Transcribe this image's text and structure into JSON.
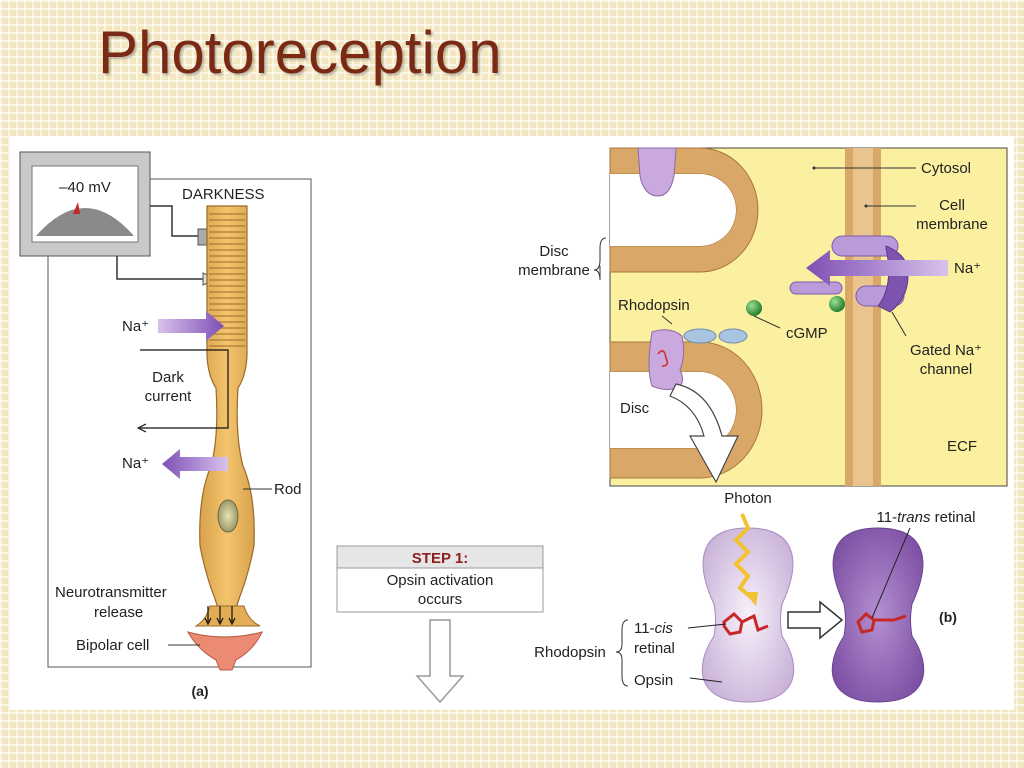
{
  "slide": {
    "title": "Photoreception"
  },
  "panel_a": {
    "meter_reading": "–40 mV",
    "darkness": "DARKNESS",
    "na_in": "Na⁺",
    "na_out": "Na⁺",
    "dark_current_1": "Dark",
    "dark_current_2": "current",
    "rod": "Rod",
    "neuro_1": "Neurotransmitter",
    "neuro_2": "release",
    "bipolar": "Bipolar cell",
    "caption": "(a)"
  },
  "panel_b_top": {
    "cytosol": "Cytosol",
    "cell_membrane_1": "Cell",
    "cell_membrane_2": "membrane",
    "disc_membrane_1": "Disc",
    "disc_membrane_2": "membrane",
    "na": "Na⁺",
    "rhodopsin": "Rhodopsin",
    "cgmp": "cGMP",
    "gated_1": "Gated Na⁺",
    "gated_2": "channel",
    "disc": "Disc",
    "ecf": "ECF"
  },
  "step": {
    "heading": "STEP 1:",
    "text_1": "Opsin activation",
    "text_2": "occurs"
  },
  "panel_b_bottom": {
    "photon": "Photon",
    "trans_prefix": "11-",
    "trans_italic": "trans",
    "trans_suffix": " retinal",
    "cis_prefix": "11-",
    "cis_italic": "cis",
    "cis_line2": "retinal",
    "rhodopsin": "Rhodopsin",
    "opsin": "Opsin",
    "caption": "(b)"
  }
}
